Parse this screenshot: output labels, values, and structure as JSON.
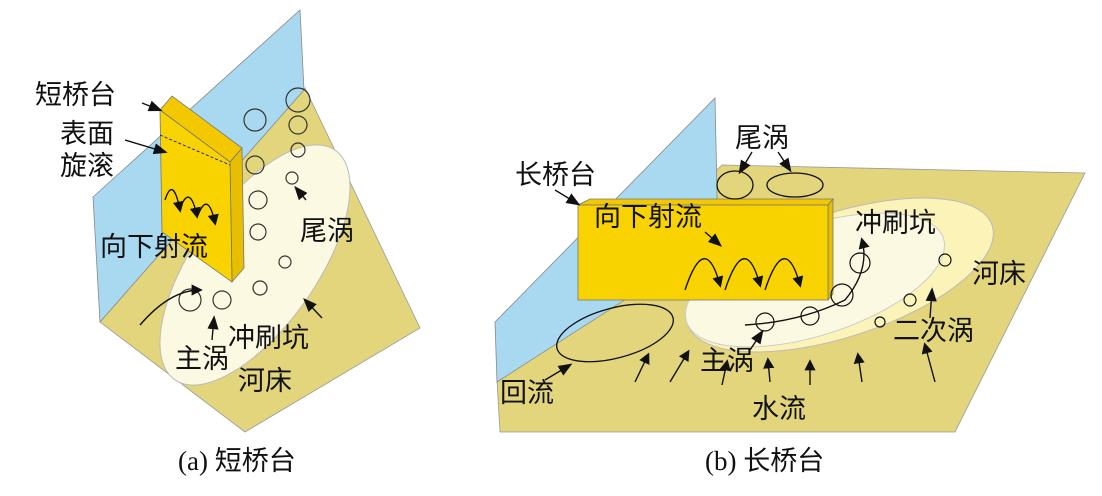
{
  "panel_a": {
    "abutment": "短桥台",
    "surface_roll_1": "表面",
    "surface_roll_2": "旋滚",
    "downflow": "向下射流",
    "wake_vortex": "尾涡",
    "main_vortex": "主涡",
    "scour_hole": "冲刷坑",
    "riverbed": "河床",
    "caption": "(a) 短桥台"
  },
  "panel_b": {
    "abutment": "长桥台",
    "wake_vortex": "尾涡",
    "downflow": "向下射流",
    "scour_hole": "冲刷坑",
    "riverbed": "河床",
    "secondary_vortex": "二次涡",
    "main_vortex": "主涡",
    "backflow": "回流",
    "water_flow": "水流",
    "caption": "(b) 长桥台"
  },
  "colors": {
    "bed": "#e2d57c",
    "wall": "#a8d9f0",
    "abutment": "#f9d300",
    "scour": "#fcf9e2",
    "scour_outer": "#fbf3b8"
  }
}
